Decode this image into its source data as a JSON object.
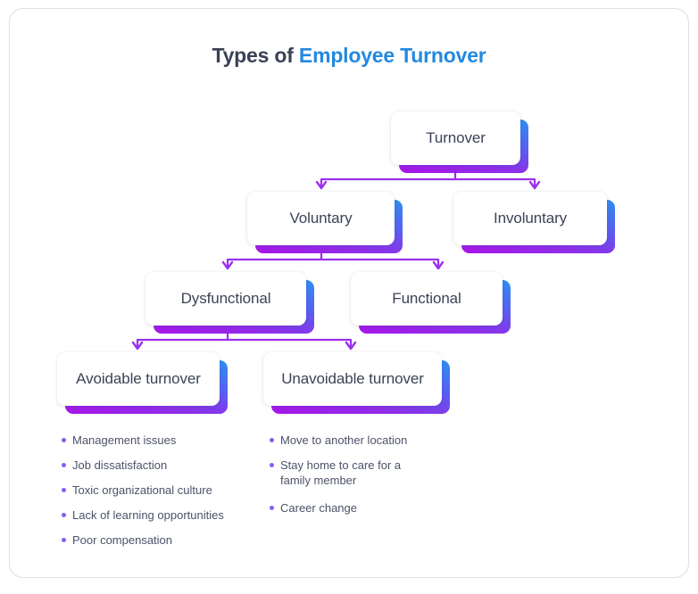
{
  "title": {
    "prefix": "Types of ",
    "accent": "Employee Turnover",
    "accent_color": "#2489e0",
    "prefix_color": "#3b4155"
  },
  "theme": {
    "node_gradient_start": "#2f8ef0",
    "node_gradient_end": "#a914e8",
    "connector_color": "#9b30f0",
    "bullet_color": "#8b5cf6",
    "text_color": "#3b4356",
    "frame_border": "#dcdfe3"
  },
  "diagram": {
    "type": "tree",
    "nodes": [
      {
        "id": "turnover",
        "label": "Turnover",
        "level": 0
      },
      {
        "id": "voluntary",
        "label": "Voluntary",
        "level": 1
      },
      {
        "id": "involuntary",
        "label": "Involuntary",
        "level": 1
      },
      {
        "id": "dysfunctional",
        "label": "Dysfunctional",
        "level": 2
      },
      {
        "id": "functional",
        "label": "Functional",
        "level": 2
      },
      {
        "id": "avoidable",
        "label": "Avoidable turnover",
        "level": 3
      },
      {
        "id": "unavoidable",
        "label": "Unavoidable turnover",
        "level": 3
      }
    ],
    "edges": [
      {
        "from": "turnover",
        "to": "voluntary"
      },
      {
        "from": "turnover",
        "to": "involuntary"
      },
      {
        "from": "voluntary",
        "to": "dysfunctional"
      },
      {
        "from": "voluntary",
        "to": "functional"
      },
      {
        "from": "dysfunctional",
        "to": "avoidable"
      },
      {
        "from": "dysfunctional",
        "to": "unavoidable"
      }
    ]
  },
  "lists": {
    "avoidable": {
      "items": [
        "Management issues",
        "Job dissatisfaction",
        "Toxic organizational culture",
        "Lack of learning opportunities",
        "Poor compensation"
      ]
    },
    "unavoidable": {
      "items": [
        "Move to another location",
        "Stay home to care for a family member",
        "Career change"
      ]
    }
  }
}
